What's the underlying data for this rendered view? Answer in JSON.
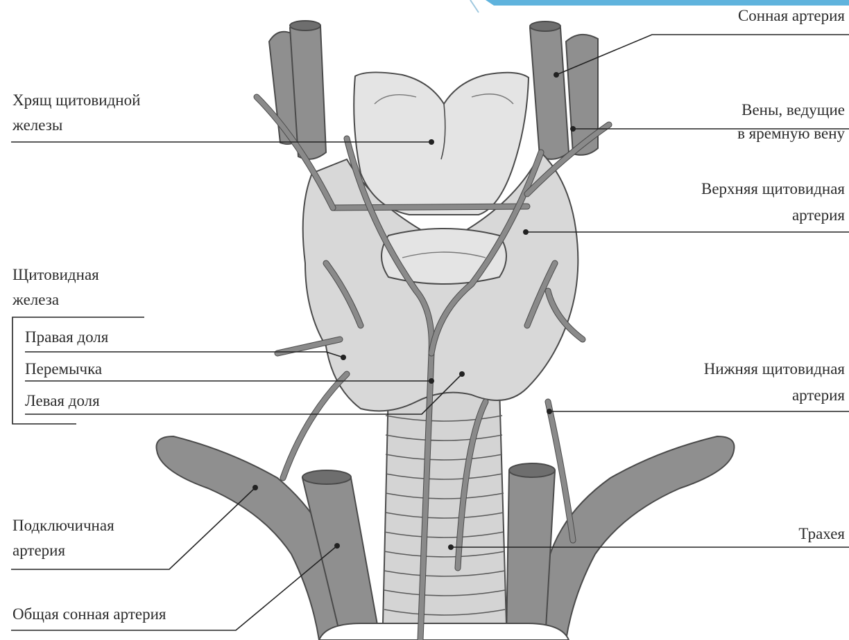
{
  "labels": {
    "carotid": "Сонная артерия",
    "thyroid_cartilage_1": "Хрящ щитовидной",
    "thyroid_cartilage_2": "железы",
    "veins_1": "Вены, ведущие",
    "veins_2": "в яремную вену",
    "superior_thyroid_1": "Верхняя щитовидная",
    "superior_thyroid_2": "артерия",
    "thyroid_gland_1": "Щитовидная",
    "thyroid_gland_2": "железа",
    "right_lobe": "Правая доля",
    "isthmus": "Перемычка",
    "left_lobe": "Левая доля",
    "inferior_thyroid_1": "Нижняя щитовидная",
    "inferior_thyroid_2": "артерия",
    "subclavian_1": "Подключичная",
    "subclavian_2": "артерия",
    "trachea": "Трахея",
    "common_carotid": "Общая сонная артерия"
  },
  "colors": {
    "vessel": "#8f8f8f",
    "gland": "#d8d8d8",
    "cartilage": "#e4e4e4",
    "accent_corner": "#5fb3dd"
  }
}
